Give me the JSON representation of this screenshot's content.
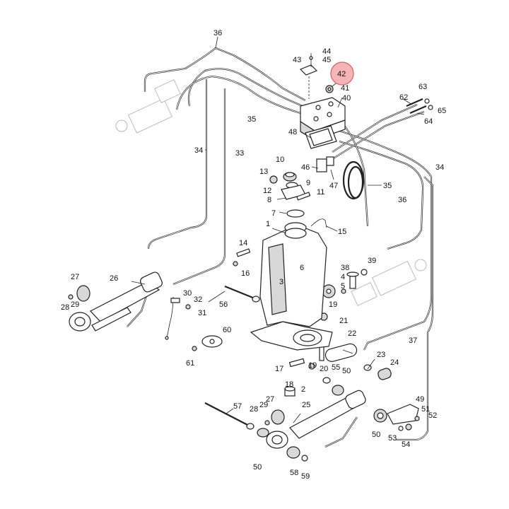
{
  "diagram": {
    "highlight_color": "#e05a5a",
    "callouts": [
      {
        "id": "42",
        "label": "42",
        "highlighted": true
      },
      {
        "id": "36a",
        "label": "36"
      },
      {
        "id": "44",
        "label": "44"
      },
      {
        "id": "45",
        "label": "45"
      },
      {
        "id": "43",
        "label": "43"
      },
      {
        "id": "41",
        "label": "41"
      },
      {
        "id": "40",
        "label": "40"
      },
      {
        "id": "63",
        "label": "63"
      },
      {
        "id": "62",
        "label": "62"
      },
      {
        "id": "65",
        "label": "65"
      },
      {
        "id": "64",
        "label": "64"
      },
      {
        "id": "35a",
        "label": "35"
      },
      {
        "id": "48",
        "label": "48"
      },
      {
        "id": "34a",
        "label": "34"
      },
      {
        "id": "33",
        "label": "33"
      },
      {
        "id": "10",
        "label": "10"
      },
      {
        "id": "13",
        "label": "13"
      },
      {
        "id": "46",
        "label": "46"
      },
      {
        "id": "34b",
        "label": "34"
      },
      {
        "id": "9",
        "label": "9"
      },
      {
        "id": "12",
        "label": "12"
      },
      {
        "id": "47",
        "label": "47"
      },
      {
        "id": "35b",
        "label": "35"
      },
      {
        "id": "8",
        "label": "8"
      },
      {
        "id": "11",
        "label": "11"
      },
      {
        "id": "36b",
        "label": "36"
      },
      {
        "id": "7",
        "label": "7"
      },
      {
        "id": "1",
        "label": "1"
      },
      {
        "id": "15",
        "label": "15"
      },
      {
        "id": "14",
        "label": "14"
      },
      {
        "id": "39",
        "label": "39"
      },
      {
        "id": "6",
        "label": "6"
      },
      {
        "id": "38",
        "label": "38"
      },
      {
        "id": "16",
        "label": "16"
      },
      {
        "id": "27a",
        "label": "27"
      },
      {
        "id": "26",
        "label": "26"
      },
      {
        "id": "3",
        "label": "3"
      },
      {
        "id": "4",
        "label": "4"
      },
      {
        "id": "5",
        "label": "5"
      },
      {
        "id": "30",
        "label": "30"
      },
      {
        "id": "32",
        "label": "32"
      },
      {
        "id": "28a",
        "label": "28"
      },
      {
        "id": "29a",
        "label": "29"
      },
      {
        "id": "56",
        "label": "56"
      },
      {
        "id": "31",
        "label": "31"
      },
      {
        "id": "19a",
        "label": "19"
      },
      {
        "id": "21",
        "label": "21"
      },
      {
        "id": "22",
        "label": "22"
      },
      {
        "id": "60",
        "label": "60"
      },
      {
        "id": "37",
        "label": "37"
      },
      {
        "id": "61",
        "label": "61"
      },
      {
        "id": "23",
        "label": "23"
      },
      {
        "id": "24",
        "label": "24"
      },
      {
        "id": "19b",
        "label": "19"
      },
      {
        "id": "55",
        "label": "55"
      },
      {
        "id": "50a",
        "label": "50"
      },
      {
        "id": "17",
        "label": "17"
      },
      {
        "id": "20",
        "label": "20"
      },
      {
        "id": "18",
        "label": "18"
      },
      {
        "id": "2",
        "label": "2"
      },
      {
        "id": "49",
        "label": "49"
      },
      {
        "id": "57",
        "label": "57"
      },
      {
        "id": "27b",
        "label": "27"
      },
      {
        "id": "28b",
        "label": "28"
      },
      {
        "id": "29b",
        "label": "29"
      },
      {
        "id": "25",
        "label": "25"
      },
      {
        "id": "51",
        "label": "51"
      },
      {
        "id": "52",
        "label": "52"
      },
      {
        "id": "50b",
        "label": "50"
      },
      {
        "id": "53",
        "label": "53"
      },
      {
        "id": "54",
        "label": "54"
      },
      {
        "id": "50c",
        "label": "50"
      },
      {
        "id": "58",
        "label": "58"
      },
      {
        "id": "59",
        "label": "59"
      }
    ]
  }
}
